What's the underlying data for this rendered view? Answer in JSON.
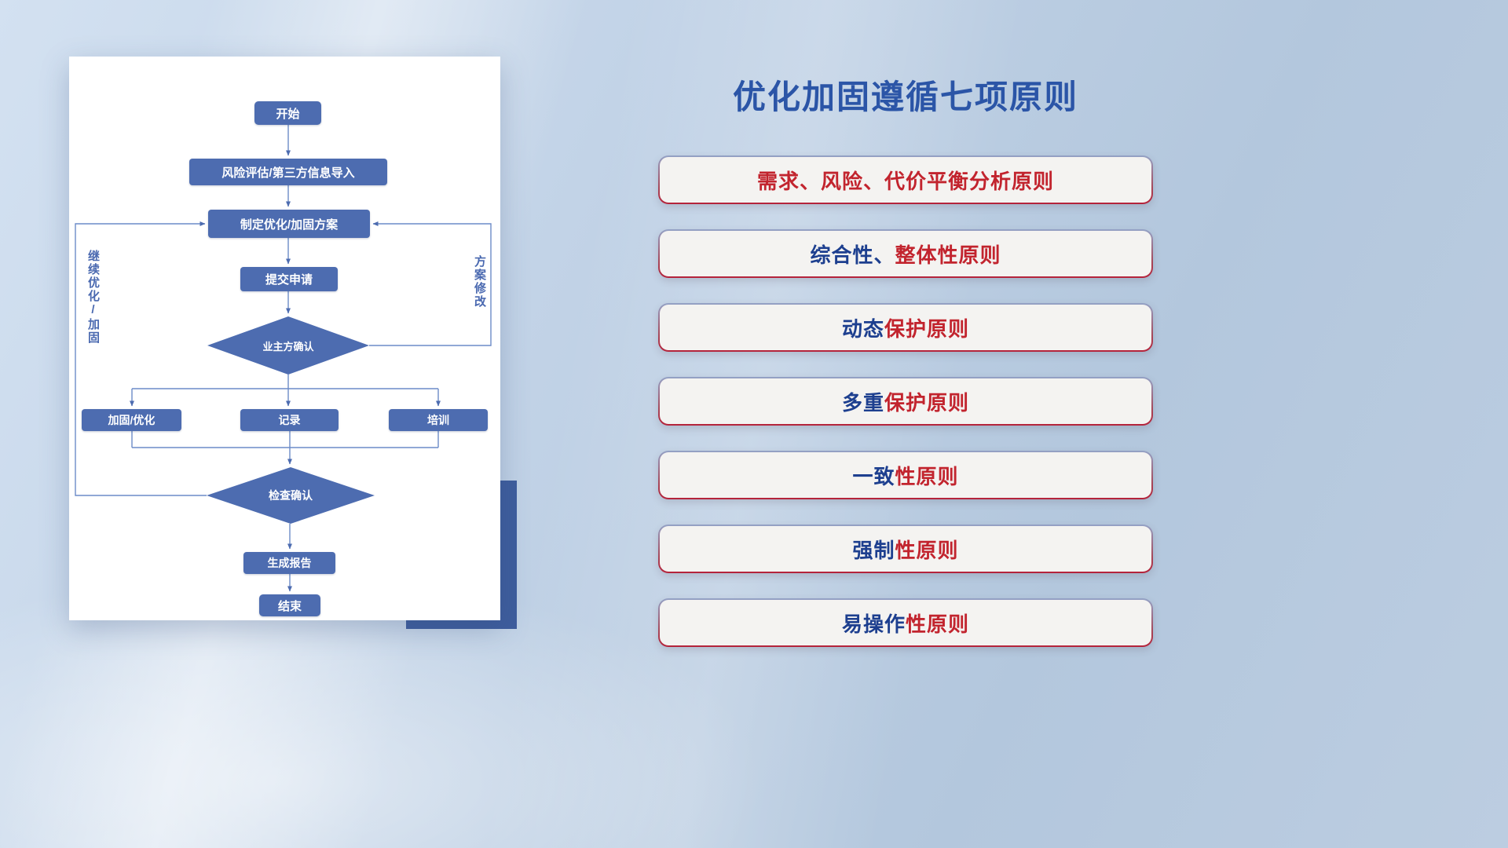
{
  "title": "优化加固遵循七项原则",
  "flowchart": {
    "nodes": {
      "start": "开始",
      "risk_import": "风险评估/第三方信息导入",
      "plan": "制定优化/加固方案",
      "submit": "提交申请",
      "owner_confirm": "业主方确认",
      "harden": "加固/优化",
      "record": "记录",
      "training": "培训",
      "check_confirm": "检查确认",
      "report": "生成报告",
      "end": "结束"
    },
    "edge_labels": {
      "continue_optimize": "继续优化/加固",
      "plan_revision": "方案修改"
    }
  },
  "principles": [
    {
      "blue": "",
      "red": "需求、风险、代价平衡分析原则"
    },
    {
      "blue": "综合性、",
      "red": "整体性原则"
    },
    {
      "blue": "动态",
      "red": "保护原则"
    },
    {
      "blue": "多重",
      "red": "保护原则"
    },
    {
      "blue": "一致",
      "red": "性原则"
    },
    {
      "blue": "强制",
      "red": "性原则"
    },
    {
      "blue": "易操作",
      "red": "性原则"
    }
  ],
  "colors": {
    "node_blue": "#4d6cb0",
    "line_blue": "#6c8cc8",
    "title_blue": "#2b55a7",
    "principle_red": "#c2242e",
    "principle_blue": "#1d3f8f",
    "accent_rect_blue": "#3e5d9d",
    "card_background": "#ffffff",
    "principle_card_background": "#f4f3f1"
  }
}
